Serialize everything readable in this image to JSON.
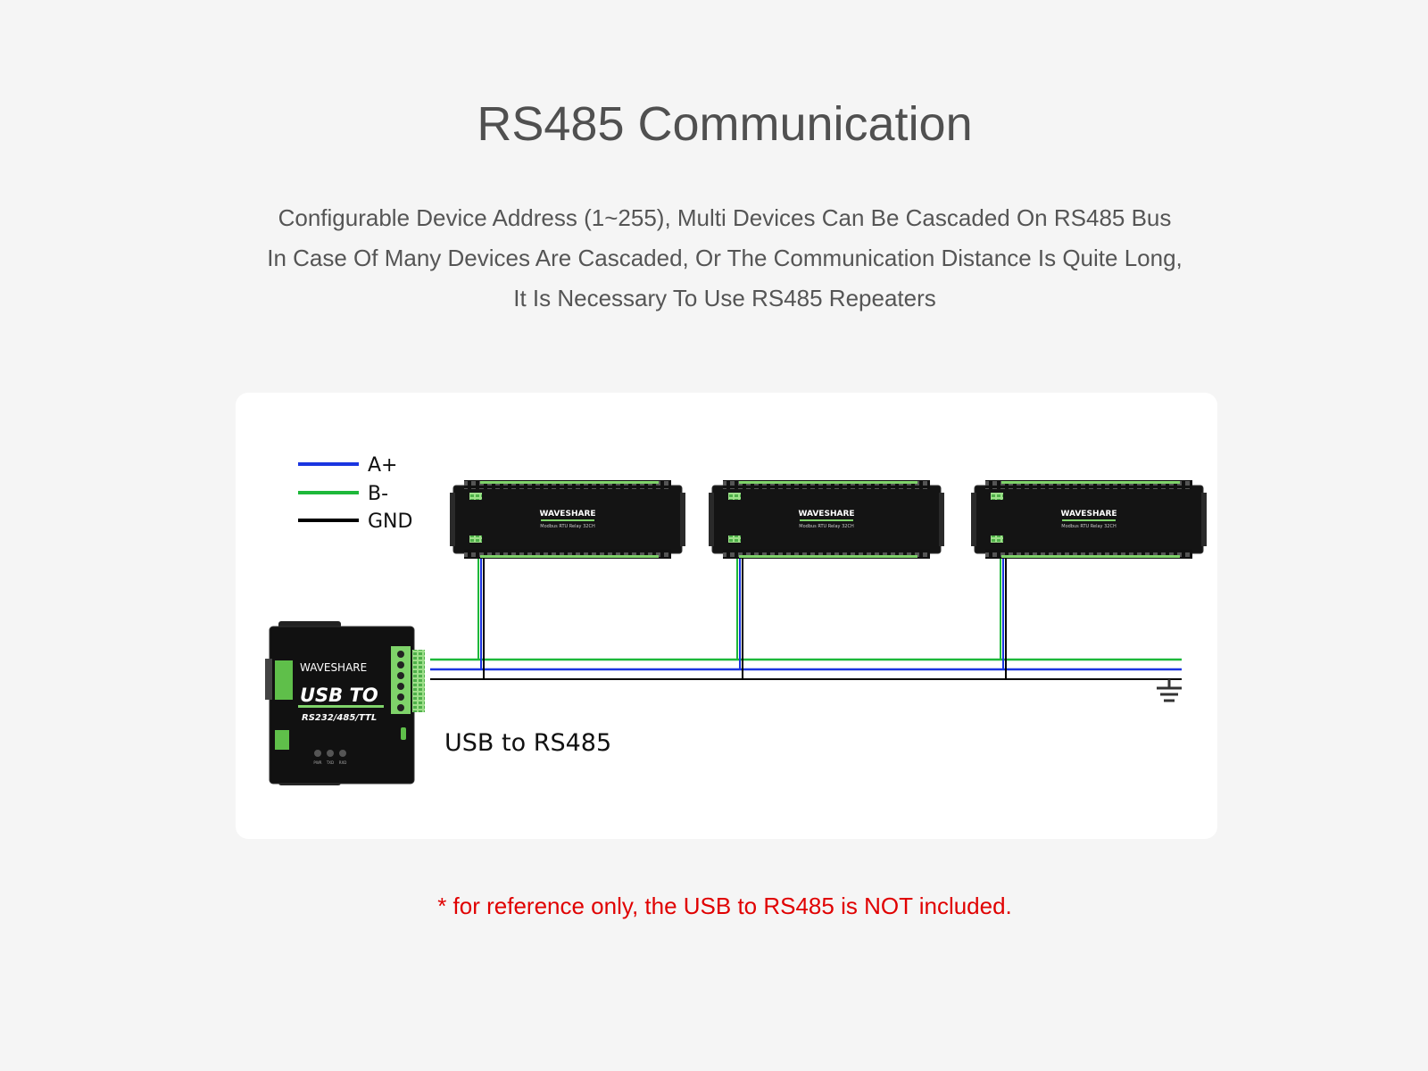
{
  "title": "RS485 Communication",
  "description": [
    "Configurable Device Address (1~255), Multi Devices Can Be Cascaded On RS485 Bus",
    "In Case Of Many Devices Are Cascaded, Or The Communication Distance Is Quite Long,",
    "It Is Necessary To Use RS485 Repeaters"
  ],
  "legend": [
    {
      "label": "A+",
      "color": "#1a35e0"
    },
    {
      "label": "B-",
      "color": "#1db83a"
    },
    {
      "label": "GND",
      "color": "#000000"
    }
  ],
  "converter": {
    "brand": "WAVESHARE",
    "model_main": "USB TO",
    "model_sub": "RS232/485/TTL",
    "leds": [
      "PWR",
      "TXD",
      "RXD"
    ],
    "caption": "USB to RS485"
  },
  "relay_modules": [
    {
      "brand": "WAVESHARE",
      "model": "Modbus RTU Relay 32CH"
    },
    {
      "brand": "WAVESHARE",
      "model": "Modbus RTU Relay 32CH"
    },
    {
      "brand": "WAVESHARE",
      "model": "Modbus RTU Relay 32CH"
    }
  ],
  "colors": {
    "a_plus": "#1a35e0",
    "b_minus": "#1db83a",
    "gnd": "#000000",
    "note": "#e00000",
    "terminal_green": "#7fd36a"
  },
  "note": "* for reference only, the USB to RS485 is NOT included."
}
